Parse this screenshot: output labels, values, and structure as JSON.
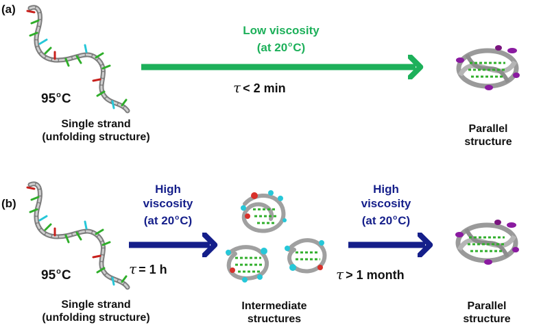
{
  "colors": {
    "arrow_low_viscosity": "#1db05a",
    "arrow_high_viscosity": "#151f8a",
    "strand_backbone": "#a9a9a9",
    "base_green": "#2fae2a",
    "base_red": "#c8201c",
    "base_cyan": "#26c7d8",
    "base_purple": "#8a1aa0"
  },
  "panel_a": {
    "label": "(a)",
    "start_temp_value": "95",
    "start_temp_deg": "o",
    "start_temp_unit": "C",
    "start_caption_line1": "Single strand",
    "start_caption_line2": "(unfolding structure)",
    "condition_line1": "Low viscosity",
    "condition_line2_pre": "(at 20",
    "condition_line2_deg": "o",
    "condition_line2_post": "C)",
    "tau_symbol": "τ",
    "tau_text": "< 2 min",
    "end_caption_line1": "Parallel",
    "end_caption_line2": "structure"
  },
  "panel_b": {
    "label": "(b)",
    "start_temp_value": "95",
    "start_temp_deg": "o",
    "start_temp_unit": "C",
    "start_caption_line1": "Single strand",
    "start_caption_line2": "(unfolding structure)",
    "condition1_line1": "High",
    "condition1_line2": "viscosity",
    "condition1_line3_pre": "(at 20",
    "condition1_line3_deg": "o",
    "condition1_line3_post": "C)",
    "tau1_symbol": "τ",
    "tau1_text": "= 1 h",
    "intermediate_caption_line1": "Intermediate",
    "intermediate_caption_line2": "structures",
    "condition2_line1": "High",
    "condition2_line2": "viscosity",
    "condition2_line3_pre": "(at 20",
    "condition2_line3_deg": "o",
    "condition2_line3_post": "C)",
    "tau2_symbol": "τ",
    "tau2_text": "> 1 month",
    "end_caption_line1": "Parallel",
    "end_caption_line2": "structure"
  }
}
